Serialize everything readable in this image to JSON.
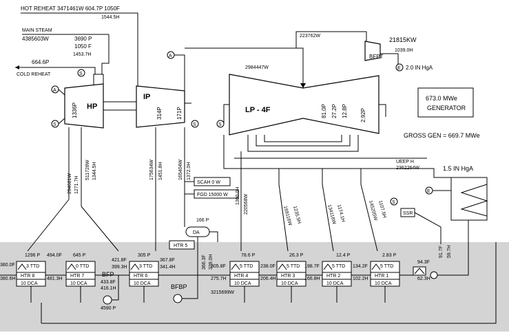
{
  "top": {
    "hot_reheat": "HOT REHEAT  3471461W   604.7P  1050F",
    "hot_reheat_h": "1544.5H",
    "main_steam": "MAIN STEAM",
    "main_steam_flow": "4385603W",
    "main_steam_p": "3690 P",
    "main_steam_t": "1050 F",
    "main_steam_h": "1453.7H",
    "cold_reheat_p": "664.6P",
    "cold_reheat": "COLD REHEAT"
  },
  "turbines": {
    "hp_label": "HP",
    "hp_p": "1336P",
    "ip_label": "IP",
    "ip_p1": "314P",
    "ip_p2": "171P",
    "lp_label": "LP - 4F",
    "lp_p1": "81.0P",
    "lp_p2": "27.2P",
    "lp_p3": "12.8P",
    "lp_p4": "2.92P",
    "lp_flow": "2984447W",
    "bfpt_flow": "223762W",
    "bfpt_kw": "21815KW",
    "bfpt_label": "BFPT",
    "bfpt_h": "1039.0H",
    "bfpt_exh": "2.0 IN HgA"
  },
  "markers": {
    "a": "A",
    "s": "S",
    "e": "E"
  },
  "generator": {
    "mwe": "673.0 MWe",
    "label": "GENERATOR",
    "gross": "GROSS GEN = 669.7 MWe"
  },
  "condenser": {
    "ueep": "UEEP H",
    "flow": "2362264W",
    "pressure": "1.5 IN HgA",
    "ssr": "SSR"
  },
  "extractions": {
    "e1_w": "294681W",
    "e1_h": "1271.7H",
    "e2_w": "511728W",
    "e2_h": "1344.5H",
    "e3_w": "175634W",
    "e3_h": "1451.8H",
    "e4_w": "165404W",
    "e4_h": "1372.0H",
    "e5_w": "220568W",
    "e5_h": "1300.0H",
    "e6_w": "169116W",
    "e6_h": "1235.5H",
    "e7_w": "134116W",
    "e7_h": "1174.1H",
    "e8_w": "145205W",
    "e8_h": "1107.5H"
  },
  "aux": {
    "scah": "SCAH 0 W",
    "fgd": "FGD  15000 W",
    "da_p": "166 P",
    "da": "DA",
    "htr5": "HTR 5",
    "htr5_t": "366.3F",
    "htr5_h": "339.0H",
    "bfbp": "BFBP"
  },
  "heaters": [
    {
      "name": "HTR 8",
      "ttd": "3 TTD",
      "dca": "10 DCA",
      "p": "1296 P",
      "t_in": "380.0F",
      "h_out": "380.6H",
      "t_out": "494.0F"
    },
    {
      "name": "HTR 7",
      "ttd": "0 TTD",
      "dca": "10 DCA",
      "p": "645 P",
      "t_out": "494.0F",
      "h_in": "481.3H"
    },
    {
      "name": "HTR 6",
      "ttd": "3 TTD",
      "dca": "10 DCA",
      "p": "305 P",
      "t_in": "421.8F",
      "h_in": "399.3H",
      "t_out": "367.8F",
      "h_out": "341.4H"
    },
    {
      "name": "HTR 4",
      "ttd": "5 TTD",
      "dca": "10 DCA",
      "p": "78.6 P",
      "t_in": "305.8F",
      "h_in": "275.7H",
      "t_out": "238.0F",
      "h_out": "206.4H"
    },
    {
      "name": "HTR 3",
      "ttd": "5 TTD",
      "dca": "10 DCA",
      "p": "26.3 P",
      "t_out": "198.7F",
      "h_out": "166.8H"
    },
    {
      "name": "HTR 2",
      "ttd": "5 TTD",
      "dca": "10 DCA",
      "p": "12.4 P",
      "t_out": "134.2F",
      "h_out": "102.2H"
    },
    {
      "name": "HTR 1",
      "ttd": "5 TTD",
      "dca": "10 DCA",
      "p": "2.83 P",
      "t_out": "94.3F",
      "h_out": "62.3H"
    }
  ],
  "bfp": {
    "label": "BFP",
    "t": "433.8F",
    "h": "416.1H",
    "p": "4590 P"
  },
  "bottom": {
    "flow": "3215699W",
    "drain_t": "91.7F",
    "drain_h": "59.7H"
  }
}
